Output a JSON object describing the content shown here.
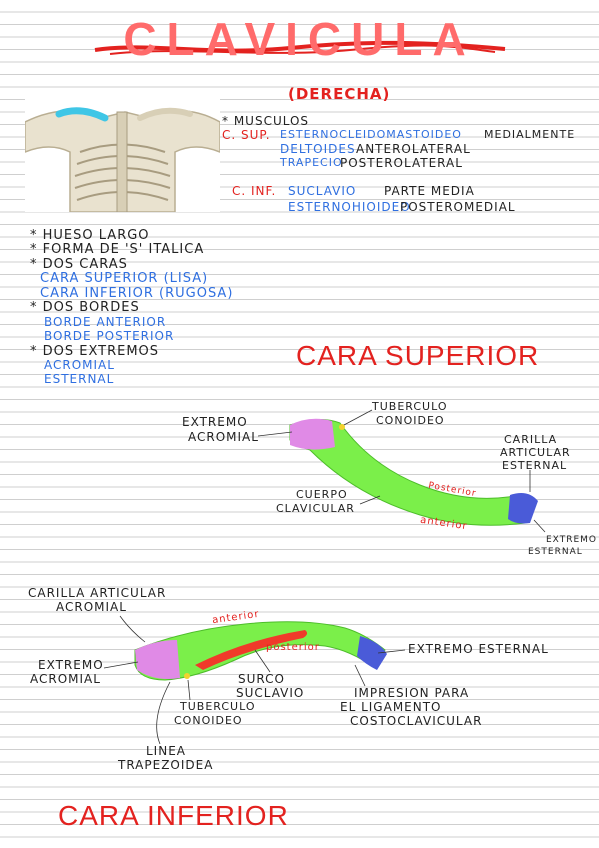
{
  "title": "CLAVICULA",
  "side": "(DERECHA)",
  "muscles": {
    "heading": "* MUSCULOS",
    "sup_label": "C. SUP.",
    "sup1_name": "ESTERNOCLEIDOMASTOIDEO",
    "sup1_pos": "MEDIALMENTE",
    "sup2_name": "DELTOIDES",
    "sup2_pos": "ANTEROLATERAL",
    "sup3_name": "TRAPECIO",
    "sup3_pos": "POSTEROLATERAL",
    "inf_label": "C. INF.",
    "inf1_name": "SUCLAVIO",
    "inf1_pos": "PARTE MEDIA",
    "inf2_name": "ESTERNOHIOIDEO",
    "inf2_pos": "POSTEROMEDIAL"
  },
  "features": {
    "f1": "* HUESO LARGO",
    "f2": "* FORMA DE 'S' ITALICA",
    "f3": "* DOS CARAS",
    "f3a": "CARA SUPERIOR (LISA)",
    "f3b": "CARA INFERIOR (RUGOSA)",
    "f4": "* DOS BORDES",
    "f4a": "BORDE ANTERIOR",
    "f4b": "BORDE POSTERIOR",
    "f5": "* DOS EXTREMOS",
    "f5a": "ACROMIAL",
    "f5b": "ESTERNAL"
  },
  "superior": {
    "heading": "CARA SUPERIOR",
    "extremo_acromial": [
      "EXTREMO",
      "ACROMIAL"
    ],
    "tuberculo": [
      "TUBERCULO",
      "CONOIDEO"
    ],
    "carilla": [
      "CARILLA",
      "ARTICULAR",
      "ESTERNAL"
    ],
    "cuerpo": [
      "CUERPO",
      "CLAVICULAR"
    ],
    "posterior": "Posterior",
    "anterior": "anterior",
    "extremo_esternal": [
      "EXTREMO",
      "ESTERNAL"
    ]
  },
  "inferior": {
    "carilla": [
      "CARILLA ARTICULAR",
      "ACROMIAL"
    ],
    "anterior": "anterior",
    "posterior": "posterior",
    "extremo_esternal": "EXTREMO ESTERNAL",
    "extremo_acromial": [
      "EXTREMO",
      "ACROMIAL"
    ],
    "surco": [
      "SURCO",
      "SUCLAVIO"
    ],
    "tuberculo": [
      "TUBERCULO",
      "CONOIDEO"
    ],
    "impresion": [
      "IMPRESION PARA",
      "EL LIGAMENTO",
      "COSTOCLAVICULAR"
    ],
    "linea": [
      "LINEA",
      "TRAPEZOIDEA"
    ],
    "heading": "CARA INFERIOR"
  },
  "colors": {
    "title": "#ff6b6b",
    "bone": "#7bef4a",
    "acromial": "#e08ae6",
    "sternal": "#4a5bd8",
    "groove": "#f03a2a",
    "muscle_highlight": "#3fc6e6"
  }
}
